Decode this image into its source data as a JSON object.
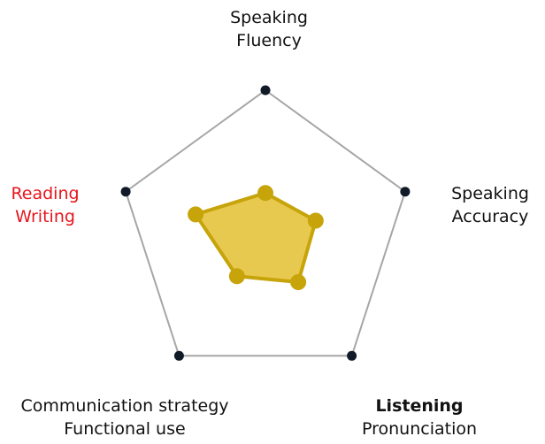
{
  "chart_data": {
    "type": "radar",
    "axes": [
      {
        "id": "speaking-fluency",
        "lines": [
          "Speaking",
          "Fluency"
        ],
        "color": "#111111",
        "bold_first": false
      },
      {
        "id": "speaking-accuracy",
        "lines": [
          "Speaking",
          "Accuracy"
        ],
        "color": "#111111",
        "bold_first": false
      },
      {
        "id": "listening-pronunciation",
        "lines": [
          "Listening",
          "Pronunciation"
        ],
        "color": "#111111",
        "bold_first": true
      },
      {
        "id": "communication-functional",
        "lines": [
          "Communication strategy",
          "Functional use"
        ],
        "color": "#111111",
        "bold_first": false
      },
      {
        "id": "reading-writing",
        "lines": [
          "Reading",
          "Writing"
        ],
        "color": "#e8141c",
        "bold_first": false
      }
    ],
    "max": 1.0,
    "series": [
      {
        "values": [
          0.3,
          0.36,
          0.38,
          0.33,
          0.5
        ],
        "fill": "#e8c94f",
        "stroke": "#c6a40a"
      }
    ],
    "outline_color": "#a6a6a6",
    "vertex_color": "#111a27"
  }
}
